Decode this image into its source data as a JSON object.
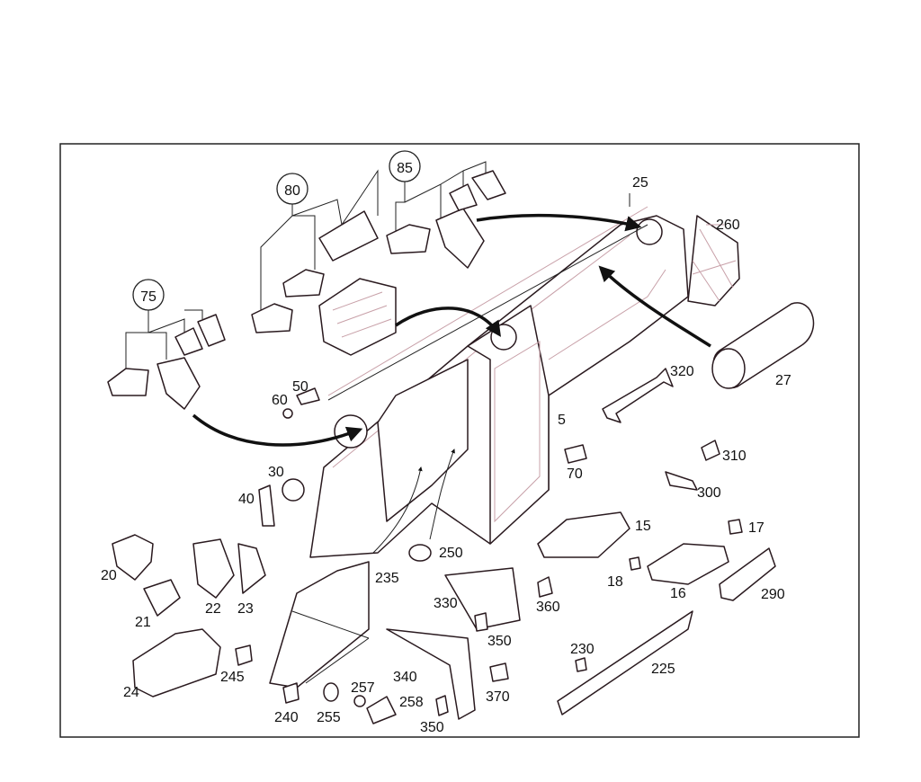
{
  "diagram": {
    "callouts": [
      "75",
      "80",
      "85"
    ],
    "labels": [
      "25",
      "260",
      "27",
      "320",
      "5",
      "50",
      "60",
      "30",
      "40",
      "70",
      "310",
      "300",
      "15",
      "17",
      "18",
      "16",
      "290",
      "20",
      "21",
      "22",
      "23",
      "235",
      "250",
      "330",
      "360",
      "350",
      "245",
      "24",
      "240",
      "255",
      "257",
      "258",
      "340",
      "370",
      "230",
      "225"
    ],
    "colors": {
      "line": "#2a1a1f",
      "accent": "#c8a0a8",
      "background": "#ffffff"
    }
  }
}
